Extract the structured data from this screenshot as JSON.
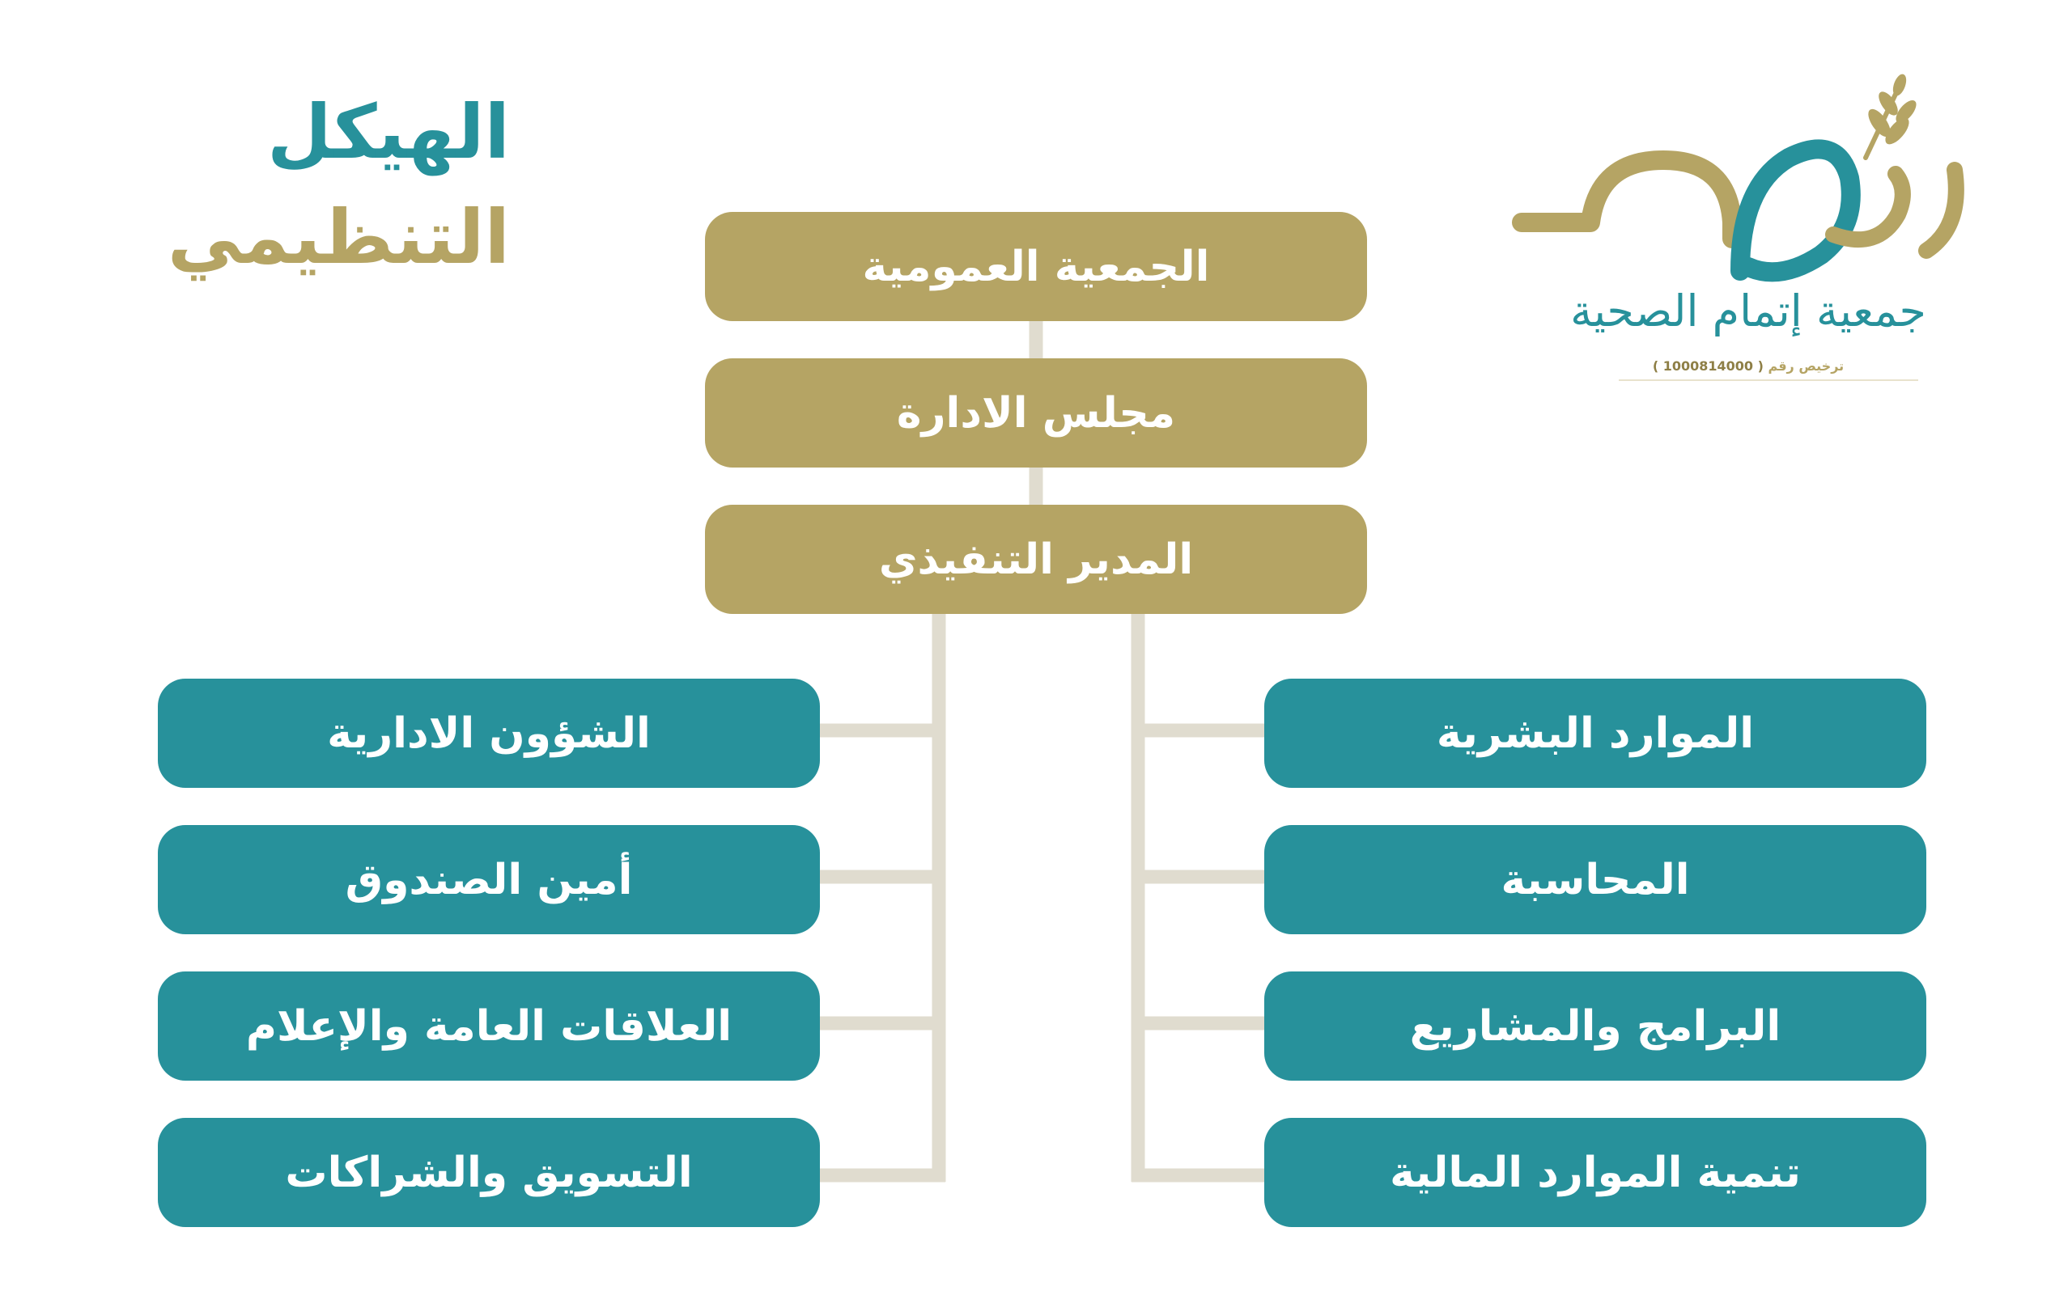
{
  "title": {
    "line1": "الهيكل",
    "line2": "التنظيمي"
  },
  "logo": {
    "org_name": "جمعية إتمام الصحية",
    "license_label": "ترخيص رقم",
    "license_number": "( 1000814000 )"
  },
  "top_nodes": [
    {
      "label": "الجمعية العمومية"
    },
    {
      "label": "مجلس الادارة"
    },
    {
      "label": "المدير التنفيذي"
    }
  ],
  "left_nodes": [
    {
      "label": "الشؤون الادارية"
    },
    {
      "label": "أمين الصندوق"
    },
    {
      "label": "العلاقات العامة والإعلام"
    },
    {
      "label": "التسويق والشراكات"
    }
  ],
  "right_nodes": [
    {
      "label": "الموارد البشرية"
    },
    {
      "label": "المحاسبة"
    },
    {
      "label": "البرامج والمشاريع"
    },
    {
      "label": "تنمية الموارد المالية"
    }
  ],
  "colors": {
    "gold": "#b5a464",
    "teal": "#27919b",
    "connector": "#e0dccf",
    "background": "#ffffff"
  }
}
